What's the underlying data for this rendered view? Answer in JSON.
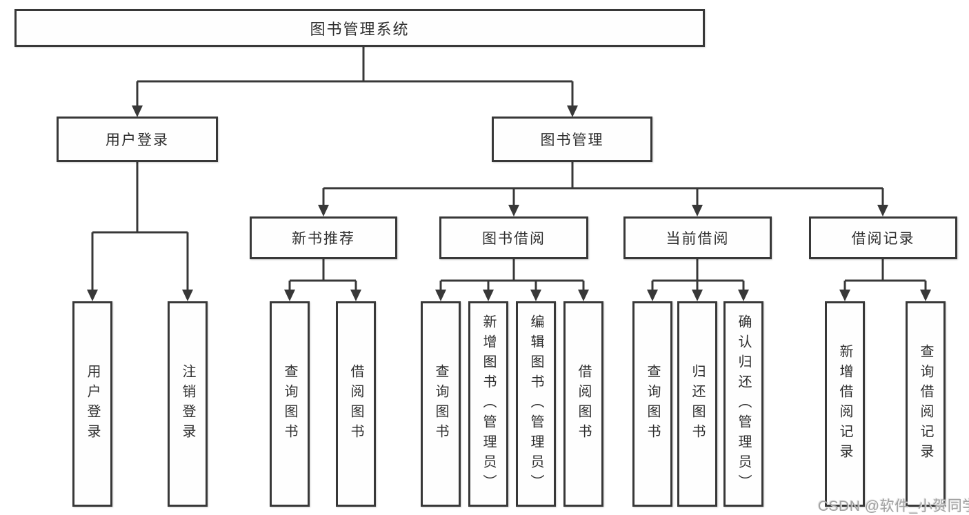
{
  "nodes": {
    "root": "图书管理系统",
    "level2": {
      "user_login": "用户登录",
      "book_mgmt": "图书管理"
    },
    "level3": {
      "new_book": "新书推荐",
      "borrow": "图书借阅",
      "current": "当前借阅",
      "records": "借阅记录"
    },
    "leaves": {
      "user_login": "用户登录",
      "logout": "注销登录",
      "new_book_query": "查询图书",
      "new_book_borrow": "借阅图书",
      "borrow_query": "查询图书",
      "borrow_add": "新增图书（管理员）",
      "borrow_edit": "编辑图书（管理员）",
      "borrow_borrow": "借阅图书",
      "current_query": "查询图书",
      "current_return": "归还图书",
      "current_confirm": "确认归还（管理员）",
      "records_add": "新增借阅记录",
      "records_query": "查询借阅记录"
    }
  },
  "watermark": "CSDN @软件_小贺同学"
}
